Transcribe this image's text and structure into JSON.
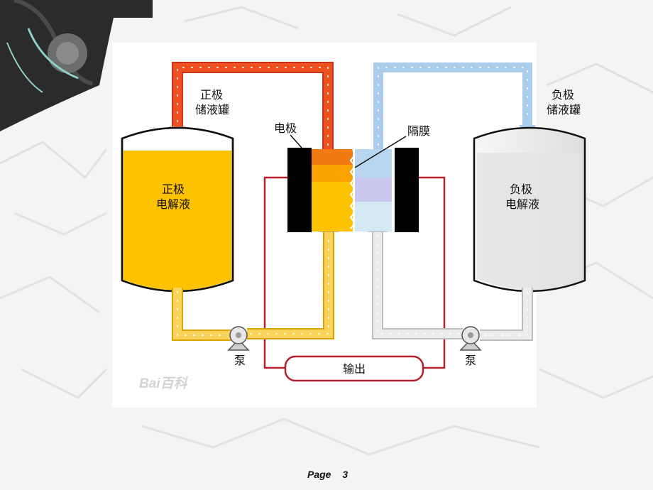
{
  "diagram": {
    "positive_tank_label_line1": "正极",
    "positive_tank_label_line2": "储液罐",
    "negative_tank_label_line1": "负极",
    "negative_tank_label_line2": "储液罐",
    "positive_electrolyte_line1": "正极",
    "positive_electrolyte_line2": "电解液",
    "negative_electrolyte_line1": "负极",
    "negative_electrolyte_line2": "电解液",
    "electrode_label": "电极",
    "membrane_label": "隔膜",
    "pump_label_left": "泵",
    "pump_label_right": "泵",
    "output_label": "输出",
    "watermark": "Bai百科"
  },
  "footer": {
    "page_word": "Page",
    "page_number": "3"
  },
  "colors": {
    "positive_electrolyte": "#fdc300",
    "positive_pipe": "#f0c53c",
    "positive_return_pipe": "#ee5020",
    "negative_pipe": "#a9cdea",
    "negative_return_pipe": "#dcdcdc",
    "circuit_wire": "#b3202e",
    "electrode": "#000000"
  }
}
